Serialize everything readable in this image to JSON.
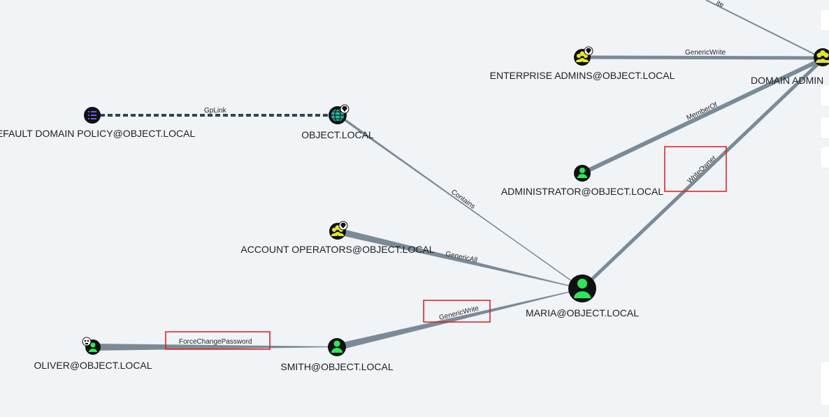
{
  "nodes": {
    "default_domain_policy": {
      "label": "DEFAULT DOMAIN POLICY@OBJECT.LOCAL",
      "type": "gpo"
    },
    "object_local": {
      "label": "OBJECT.LOCAL",
      "type": "domain"
    },
    "enterprise_admins": {
      "label": "ENTERPRISE ADMINS@OBJECT.LOCAL",
      "type": "group"
    },
    "domain_admins": {
      "label": "DOMAIN ADMIN",
      "type": "group"
    },
    "administrator": {
      "label": "ADMINISTRATOR@OBJECT.LOCAL",
      "type": "user"
    },
    "account_operators": {
      "label": "ACCOUNT OPERATORS@OBJECT.LOCAL",
      "type": "group"
    },
    "maria": {
      "label": "MARIA@OBJECT.LOCAL",
      "type": "user"
    },
    "oliver": {
      "label": "OLIVER@OBJECT.LOCAL",
      "type": "user"
    },
    "smith": {
      "label": "SMITH@OBJECT.LOCAL",
      "type": "user"
    }
  },
  "edges": {
    "gplink": "GpLink",
    "contains": "Contains",
    "generic_write_ea": "GenericWrite",
    "member_of": "MemberOf",
    "write_owner": "WriteOwner",
    "generic_all": "GenericAll",
    "generic_write_smith": "GenericWrite",
    "force_change_password": "ForceChangePassword",
    "top_edge_partial": "ite"
  },
  "colors": {
    "background": "#f1f4f7",
    "edge": "#7a8a96",
    "user_icon": "#2ee65a",
    "group_icon": "#e3e62e",
    "domain_icon": "#19b8a6",
    "gpo_icon": "#6b5cf0",
    "highlight_box": "#e0191a",
    "node_fill": "#111111",
    "gplink_edge": "#2d4656"
  }
}
